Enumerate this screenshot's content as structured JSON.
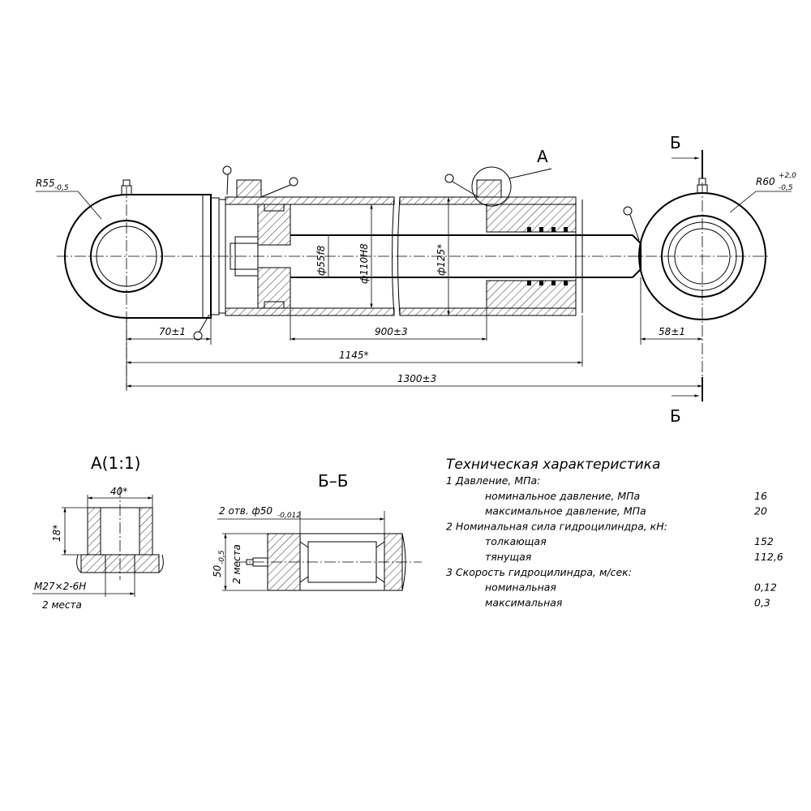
{
  "labels": {
    "r55": "R55",
    "r55_tol": "-0,5",
    "r60": "R60",
    "r60_tol_up": "+2,0",
    "r60_tol_dn": "-0,5",
    "view_a": "А",
    "section_b": "Б",
    "d55": "ф55f8",
    "d110": "ф110H8",
    "d125": "ф125*",
    "dim_70": "70±1",
    "dim_900": "900±3",
    "dim_1145": "1145*",
    "dim_1300": "1300±3",
    "dim_58": "58±1",
    "detail_a_title": "А(1:1)",
    "detail_a_40": "40*",
    "detail_a_18": "18*",
    "detail_a_thread": "M27×2-6H",
    "detail_a_qty": "2 места",
    "section_bb_title": "Б–Б",
    "section_bb_holes": "2 отв. ф50",
    "section_bb_holes_tol": "-0,012",
    "section_bb_50": "50",
    "section_bb_50_tol": "-0,5",
    "section_bb_qty": "2 места"
  },
  "spec": {
    "title": "Техническая характеристика",
    "rows": [
      {
        "label": "1 Давление, МПа:",
        "value": "",
        "indent": false
      },
      {
        "label": "номинальное давление, МПа",
        "value": "16",
        "indent": true
      },
      {
        "label": "максимальное давление, МПа",
        "value": "20",
        "indent": true
      },
      {
        "label": "2 Номинальная сила гидроцилиндра, кН:",
        "value": "",
        "indent": false
      },
      {
        "label": "толкающая",
        "value": "152",
        "indent": true
      },
      {
        "label": "тянущая",
        "value": "112,6",
        "indent": true
      },
      {
        "label": "3 Скорость гидроцилиндра, м/сек:",
        "value": "",
        "indent": false
      },
      {
        "label": "номинальная",
        "value": "0,12",
        "indent": true
      },
      {
        "label": "максимальная",
        "value": "0,3",
        "indent": true
      }
    ]
  }
}
